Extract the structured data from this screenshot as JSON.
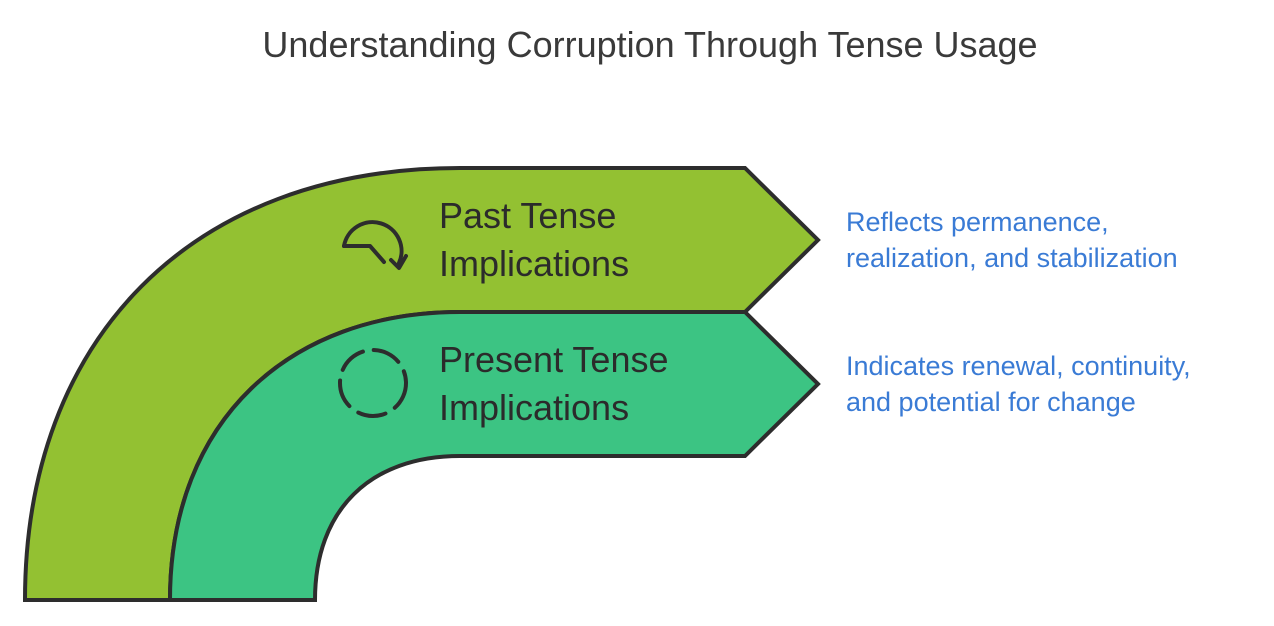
{
  "title": "Understanding Corruption Through Tense Usage",
  "colors": {
    "past_band": "#93c132",
    "present_band": "#3cc483",
    "outline": "#2d2d2d",
    "description_text": "#3a7bd5"
  },
  "bands": [
    {
      "label_line1": "Past Tense",
      "label_line2": "Implications",
      "icon": "rotate-arrow-icon",
      "description_line1": "Reflects permanence,",
      "description_line2": "realization, and stabilization"
    },
    {
      "label_line1": "Present Tense",
      "label_line2": "Implications",
      "icon": "dashed-circle-icon",
      "description_line1": "Indicates renewal, continuity,",
      "description_line2": "and potential for change"
    }
  ]
}
